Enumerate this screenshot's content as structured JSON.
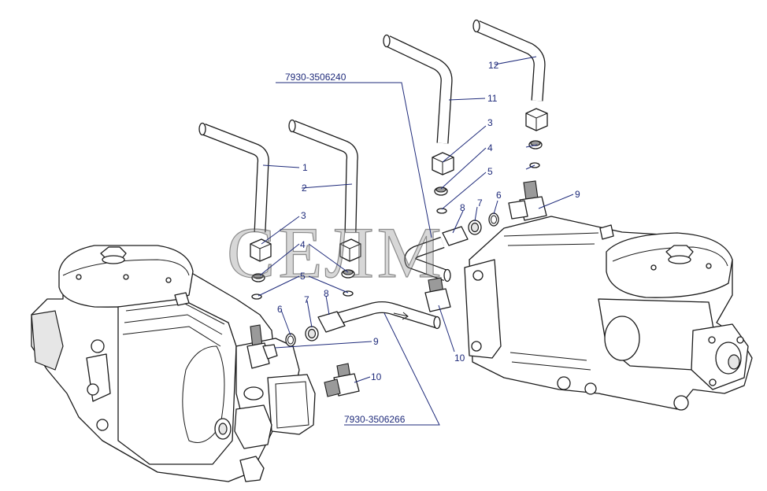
{
  "watermark": "СЕЛМ",
  "part_numbers": {
    "upper": "7930-3506240",
    "lower": "7930-3506266"
  },
  "callouts": {
    "c1": "1",
    "c2": "2",
    "c3_left": "3",
    "c4_left": "4",
    "c5_left": "5",
    "c6_left": "6",
    "c7_left": "7",
    "c8_left": "8",
    "c9_left": "9",
    "c10_left": "10",
    "c3_right": "3",
    "c4_right": "4",
    "c5_right": "5",
    "c6_right": "6",
    "c7_right": "7",
    "c8_right": "8",
    "c9_right": "9",
    "c10_right": "10",
    "c11": "11",
    "c12": "12"
  },
  "colors": {
    "line": "#1a1a1a",
    "callout": "#1e2a7a",
    "background": "#ffffff"
  }
}
